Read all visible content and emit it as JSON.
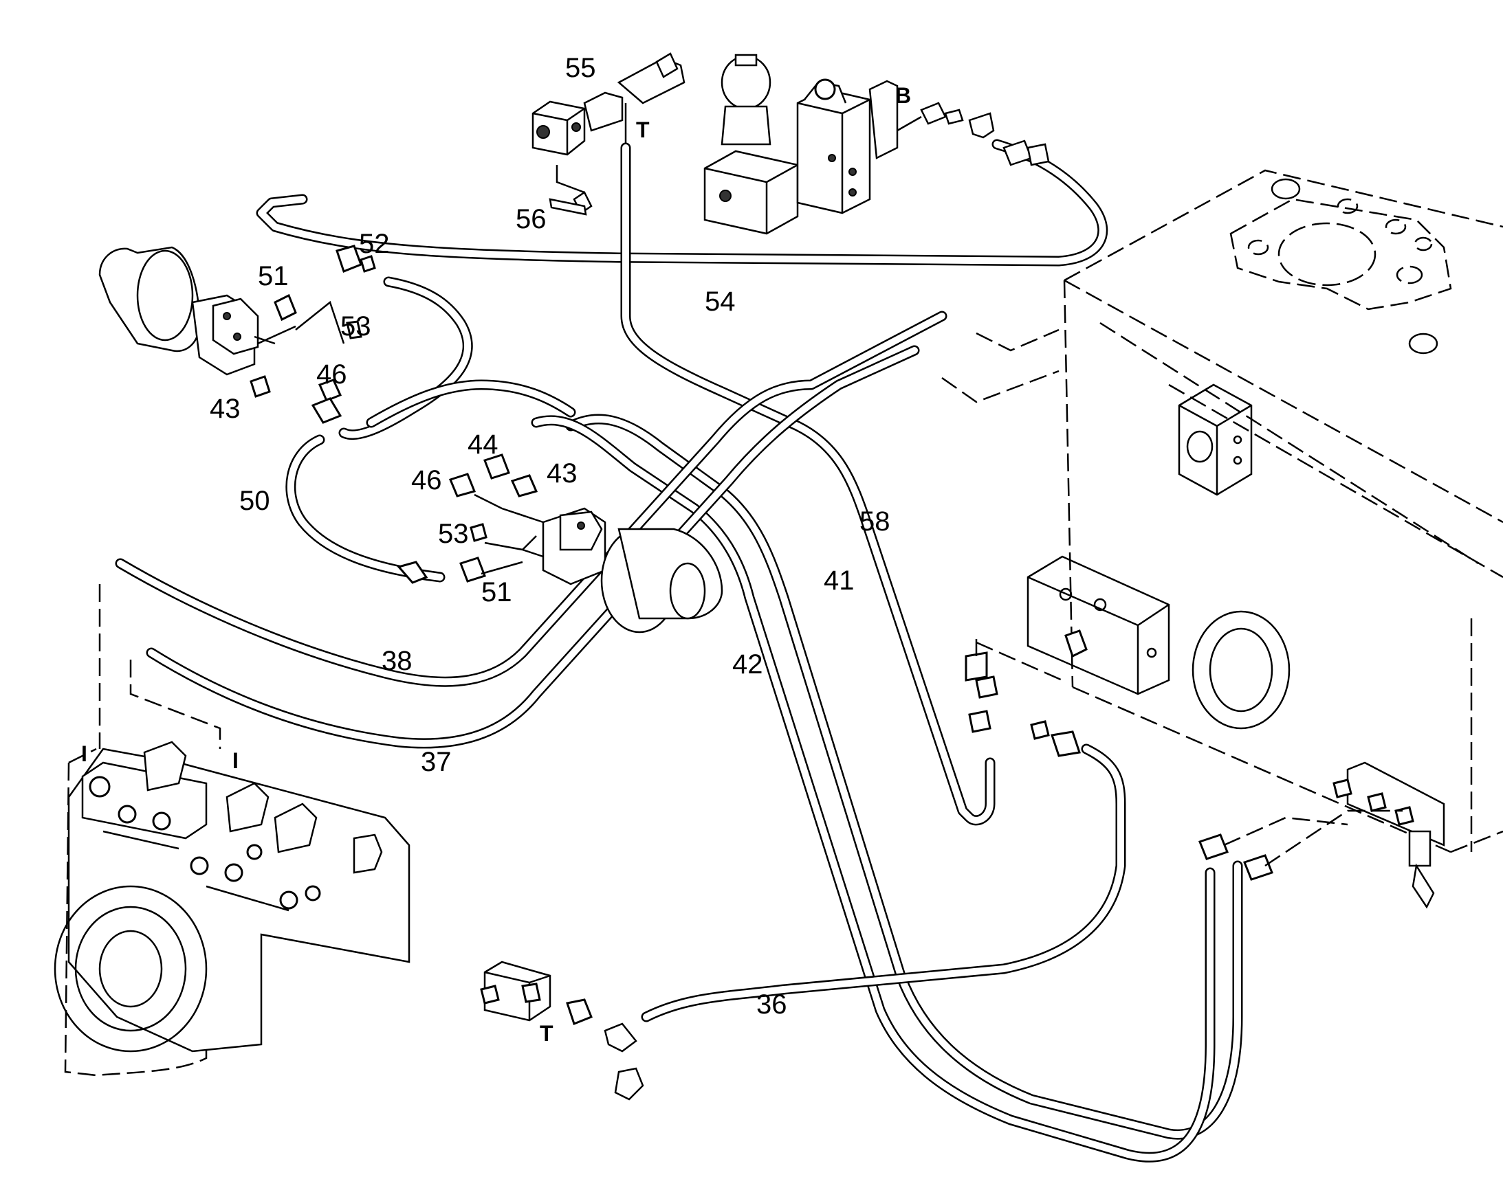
{
  "diagram": {
    "labels": [
      {
        "id": "55",
        "text": "55"
      },
      {
        "id": "T_top",
        "text": "T"
      },
      {
        "id": "B",
        "text": "B"
      },
      {
        "id": "56",
        "text": "56"
      },
      {
        "id": "52",
        "text": "52"
      },
      {
        "id": "51_top",
        "text": "51"
      },
      {
        "id": "53_top",
        "text": "53"
      },
      {
        "id": "54",
        "text": "54"
      },
      {
        "id": "46_top",
        "text": "46"
      },
      {
        "id": "43_top",
        "text": "43"
      },
      {
        "id": "44",
        "text": "44"
      },
      {
        "id": "46_mid",
        "text": "46"
      },
      {
        "id": "43_mid",
        "text": "43"
      },
      {
        "id": "50",
        "text": "50"
      },
      {
        "id": "58",
        "text": "58"
      },
      {
        "id": "53_mid",
        "text": "53"
      },
      {
        "id": "41",
        "text": "41"
      },
      {
        "id": "51_mid",
        "text": "51"
      },
      {
        "id": "38",
        "text": "38"
      },
      {
        "id": "42",
        "text": "42"
      },
      {
        "id": "I_left",
        "text": "I"
      },
      {
        "id": "I_right",
        "text": "I"
      },
      {
        "id": "37",
        "text": "37"
      },
      {
        "id": "36",
        "text": "36"
      },
      {
        "id": "T_bottom",
        "text": "T"
      }
    ]
  }
}
